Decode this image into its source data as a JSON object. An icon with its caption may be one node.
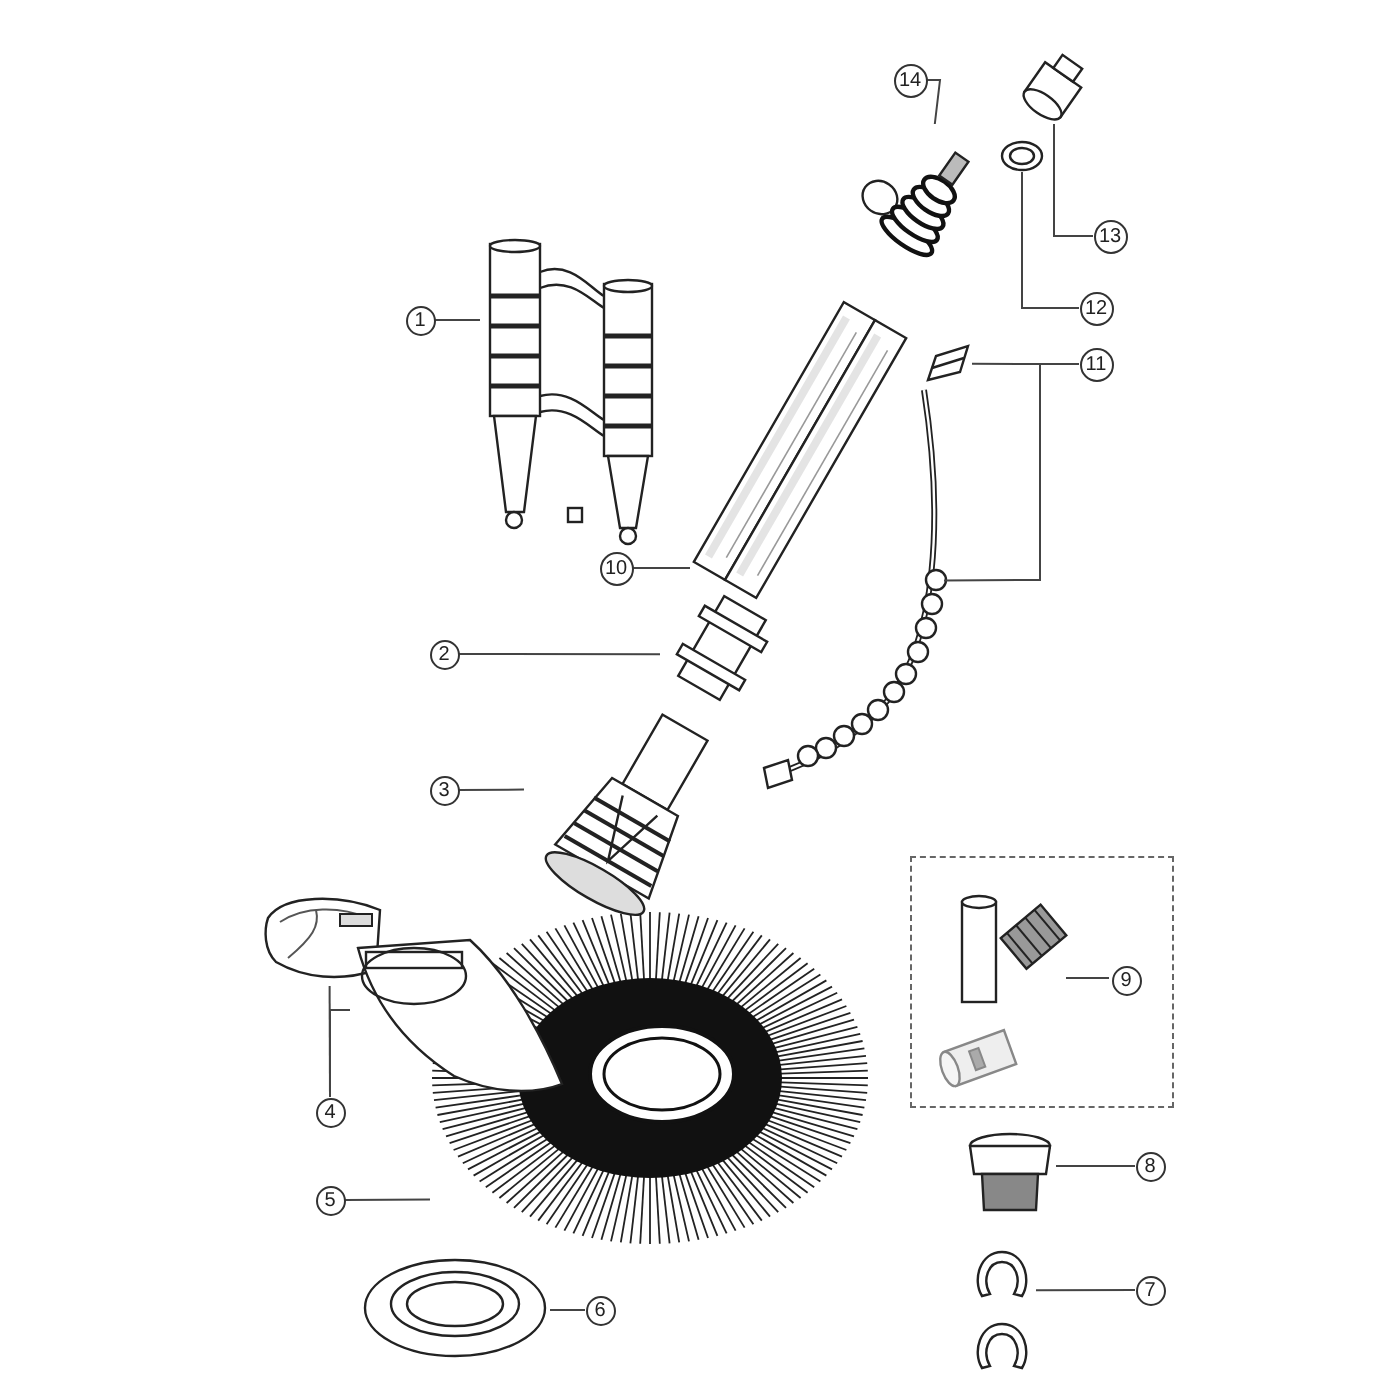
{
  "diagram": {
    "nodes": [
      {
        "text": [
          "14"
        ]
      },
      {
        "text": [],
        "shape": "picture"
      },
      {
        "text": [],
        "shape": "picture"
      },
      {
        "text": [
          "13"
        ]
      },
      {
        "text": [],
        "shape": "picture"
      },
      {
        "text": [
          "12"
        ]
      },
      {
        "text": [
          "1"
        ]
      },
      {
        "text": [],
        "shape": "picture"
      },
      {
        "text": [],
        "shape": "picture"
      },
      {
        "text": [
          "11"
        ]
      },
      {
        "text": [],
        "shape": "picture"
      },
      {
        "text": [],
        "shape": "picture"
      },
      {
        "text": [
          "10"
        ]
      },
      {
        "text": [],
        "shape": "picture"
      },
      {
        "text": [
          "2"
        ]
      },
      {
        "text": [],
        "shape": "picture"
      },
      {
        "text": [
          "3"
        ]
      },
      {
        "text": [],
        "shape": "box"
      },
      {
        "text": [],
        "shape": "picture",
        "in": 17
      },
      {
        "text": [
          "9"
        ],
        "in": 17
      },
      {
        "text": [],
        "shape": "picture",
        "in": 17
      },
      {
        "text": [],
        "shape": "picture"
      },
      {
        "text": [],
        "shape": "picture"
      },
      {
        "text": [],
        "shape": "picture"
      },
      {
        "text": [
          "4"
        ]
      },
      {
        "text": [],
        "shape": "picture"
      },
      {
        "text": [
          "8"
        ]
      },
      {
        "text": [
          "5"
        ]
      },
      {
        "text": [],
        "shape": "picture"
      },
      {
        "text": [
          "7"
        ]
      },
      {
        "text": [],
        "shape": "picture"
      },
      {
        "text": [
          "6"
        ]
      }
    ],
    "edges": [
      {
        "from": 0,
        "to": 1,
        "arrow": "none"
      },
      {
        "from": 3,
        "to": 2,
        "arrow": "none"
      },
      {
        "from": 5,
        "to": 4,
        "arrow": "none"
      },
      {
        "from": 6,
        "to": 7,
        "arrow": "none"
      },
      {
        "from": 9,
        "to": 8,
        "arrow": "none"
      },
      {
        "from": 9,
        "to": 11,
        "arrow": "none"
      },
      {
        "from": 12,
        "to": 10,
        "arrow": "none"
      },
      {
        "from": 14,
        "to": 13,
        "arrow": "none"
      },
      {
        "from": 16,
        "to": 15,
        "arrow": "none"
      },
      {
        "from": 19,
        "to": 18,
        "arrow": "none"
      },
      {
        "from": 24,
        "to": 21,
        "arrow": "none"
      },
      {
        "from": 24,
        "to": 22,
        "arrow": "none"
      },
      {
        "from": 27,
        "to": 23,
        "arrow": "none"
      },
      {
        "from": 26,
        "to": 25,
        "arrow": "none"
      },
      {
        "from": 29,
        "to": 28,
        "arrow": "none"
      },
      {
        "from": 31,
        "to": 30,
        "arrow": "none"
      }
    ]
  }
}
